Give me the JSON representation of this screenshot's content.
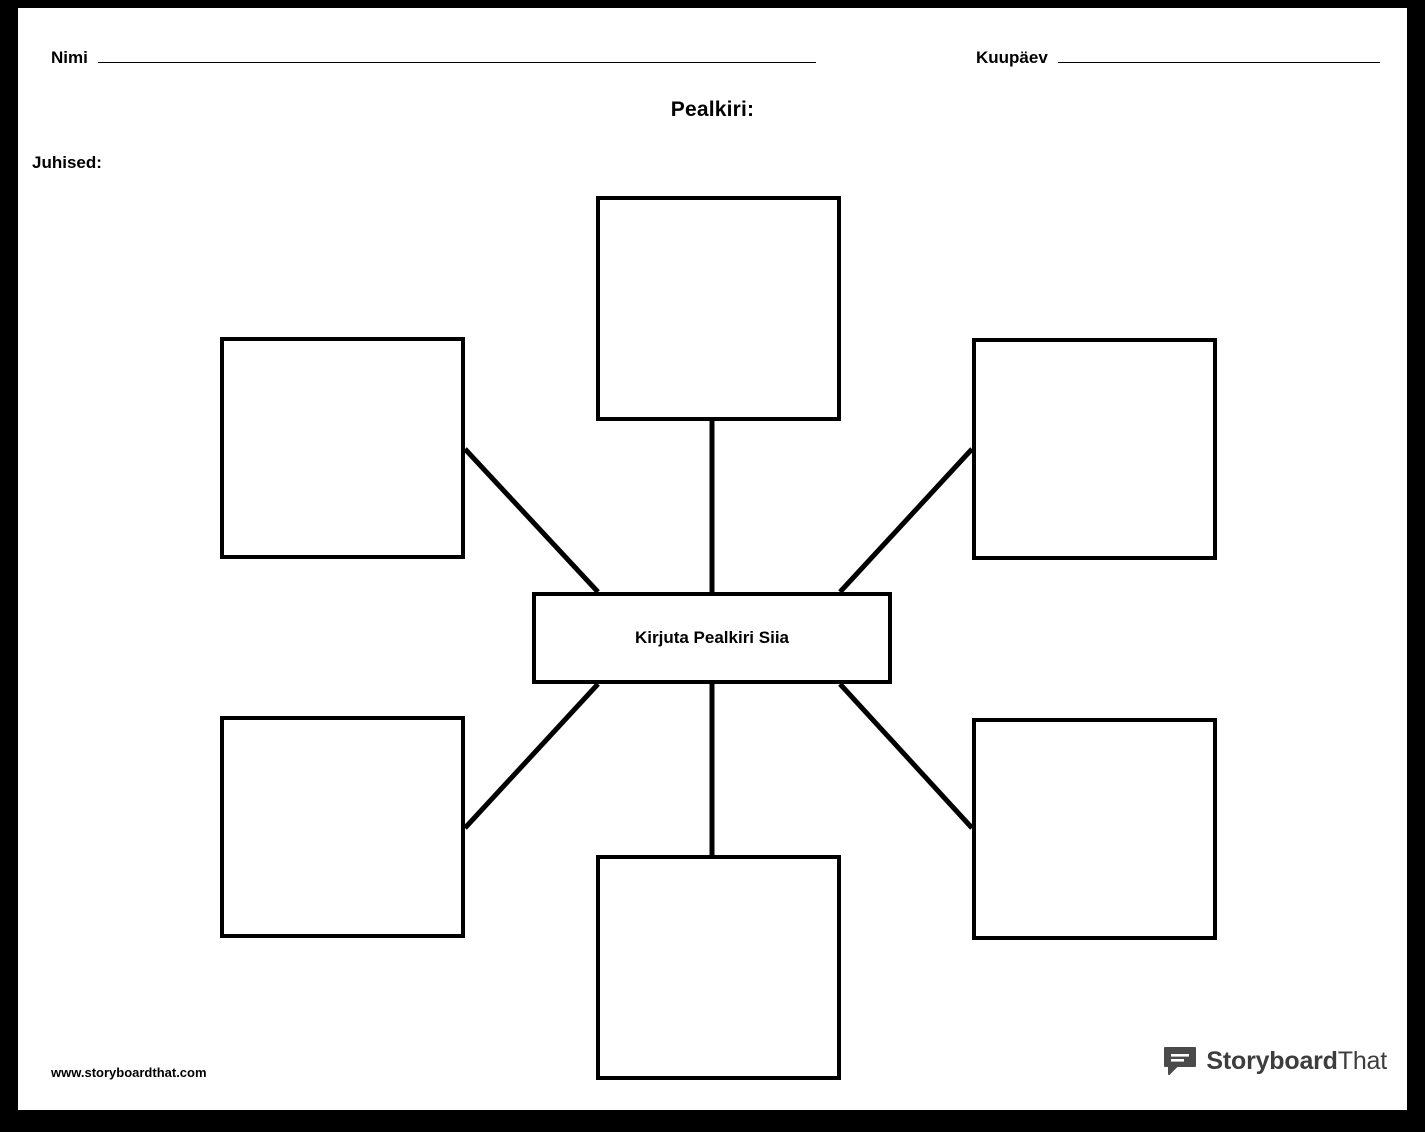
{
  "header": {
    "name_label": "Nimi",
    "date_label": "Kuupäev",
    "title": "Pealkiri:",
    "instructions_label": "Juhised:"
  },
  "diagram": {
    "type": "spider-web-map",
    "center": {
      "label": "Kirjuta Pealkiri Siia"
    },
    "nodes": [
      {
        "id": "top",
        "label": ""
      },
      {
        "id": "left-upper",
        "label": ""
      },
      {
        "id": "right-upper",
        "label": ""
      },
      {
        "id": "left-lower",
        "label": ""
      },
      {
        "id": "right-lower",
        "label": ""
      },
      {
        "id": "bottom",
        "label": ""
      }
    ]
  },
  "footer": {
    "url": "www.storyboardthat.com",
    "brand_first": "Storyboard",
    "brand_second": "That",
    "brand_icon": "speech-bubble-icon"
  },
  "colors": {
    "page_background": "#ffffff",
    "border": "#000000",
    "frame": "#000000",
    "brand_text": "#3d3d3d"
  }
}
